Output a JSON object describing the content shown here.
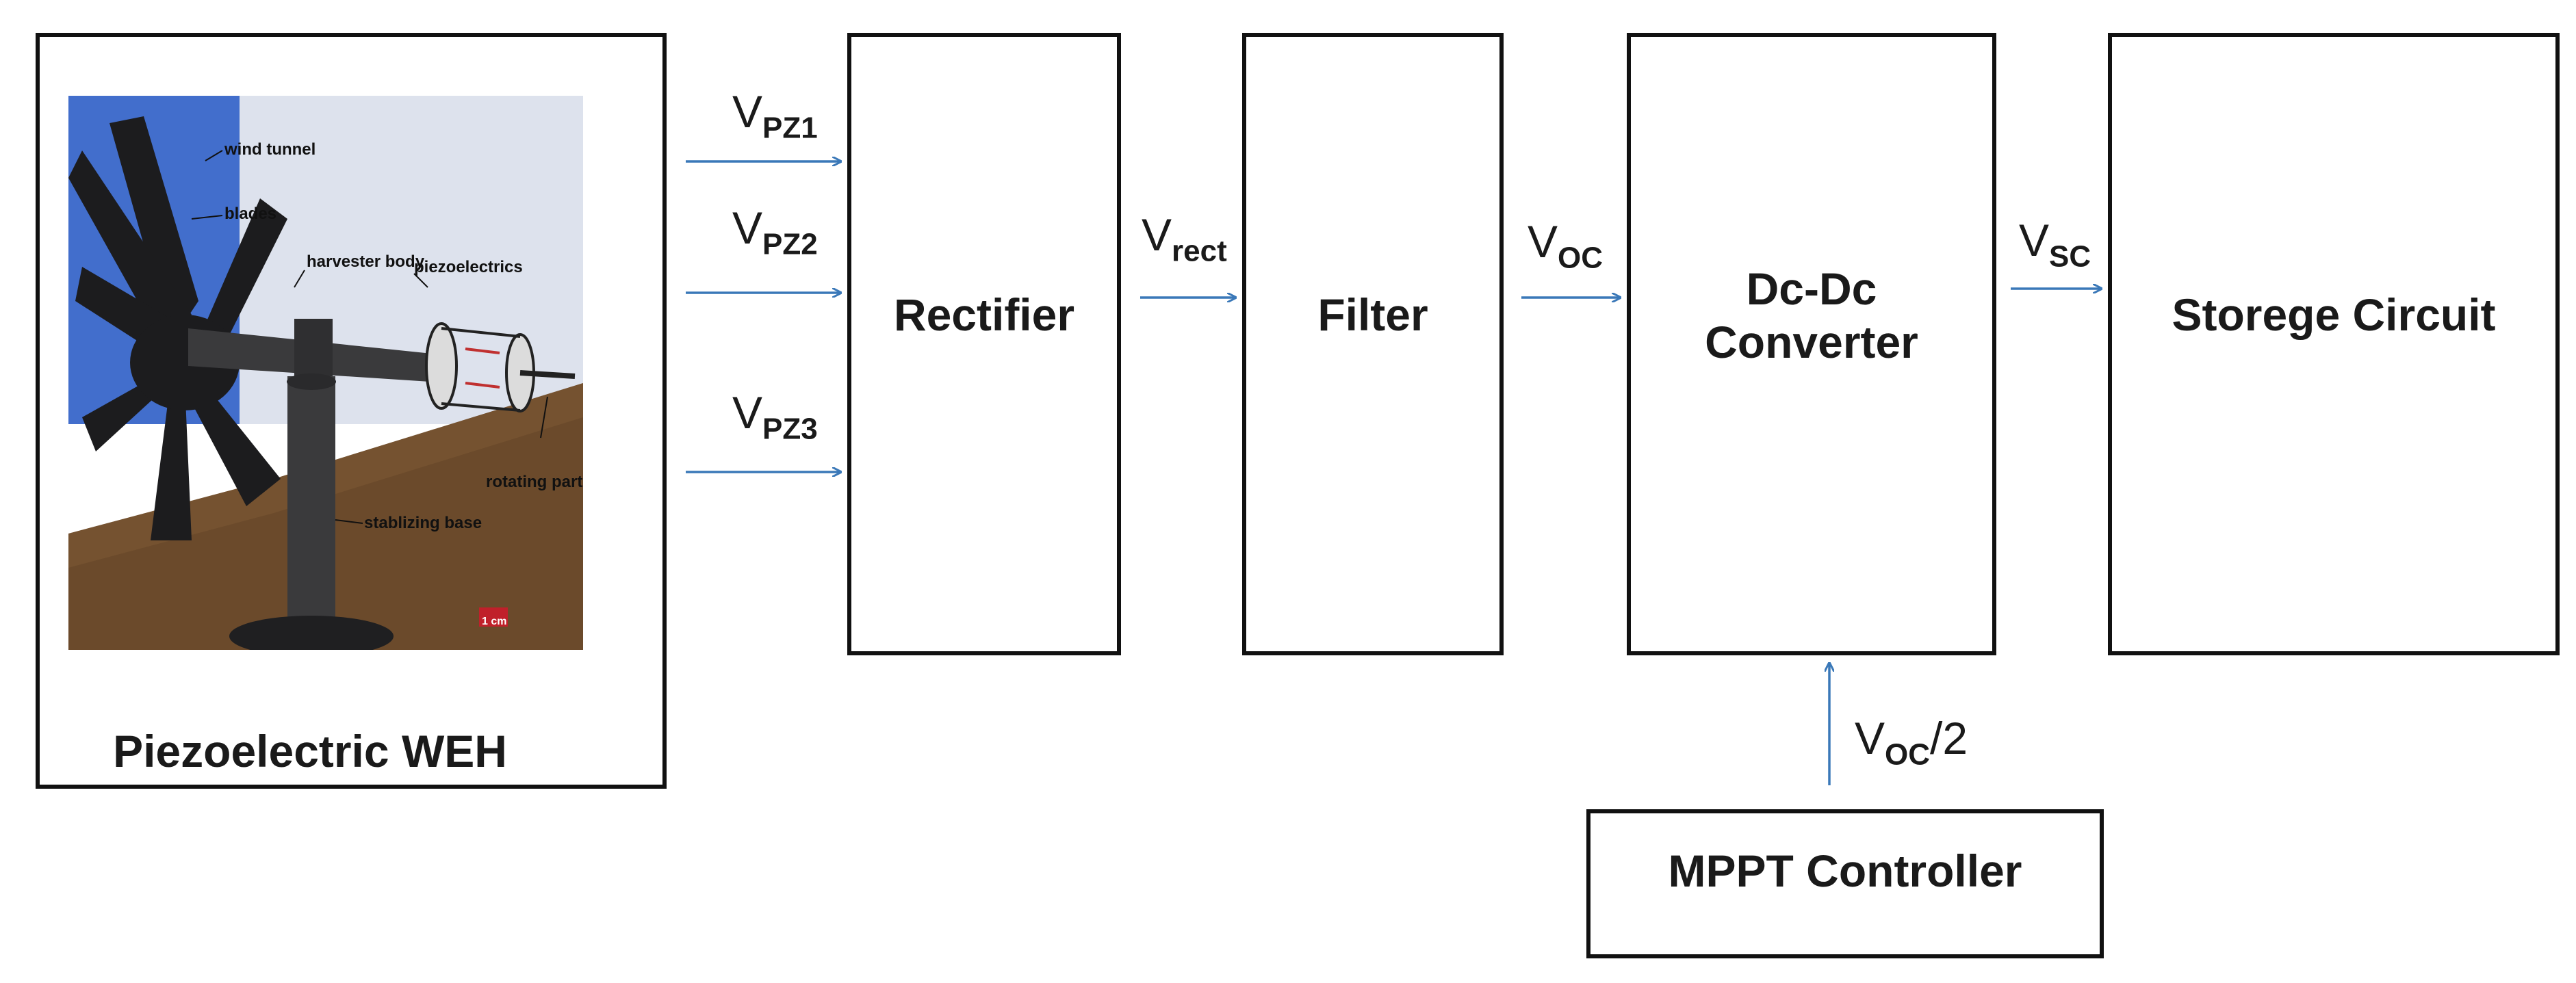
{
  "blocks": {
    "harvester": "Piezoelectric WEH",
    "rectifier": "Rectifier",
    "filter": "Filter",
    "dcdc_line1": "Dc-Dc",
    "dcdc_line2": "Converter",
    "storage": "Storege Circuit",
    "mppt": "MPPT Controller"
  },
  "photo_labels": {
    "wind_tunnel": "wind tunnel",
    "blades": "blades",
    "harvester_body": "harvester body",
    "piezoelectrics": "piezoelectrics",
    "rotating_parts": "rotating parts",
    "stabilizing_base": "stablizing base",
    "scale": "1 cm"
  },
  "signals": {
    "vpz1": {
      "base": "V",
      "sub": "PZ1"
    },
    "vpz2": {
      "base": "V",
      "sub": "PZ2"
    },
    "vpz3": {
      "base": "V",
      "sub": "PZ3"
    },
    "vrect": {
      "base": "V",
      "sub": "rect"
    },
    "voc": {
      "base": "V",
      "sub": "OC"
    },
    "vsc": {
      "base": "V",
      "sub": "SC"
    },
    "voc_half": {
      "base": "V",
      "sub": "OC",
      "suffix": "/2"
    }
  },
  "colors": {
    "arrow": "#3a78b8",
    "border": "#111111",
    "wall": "#3f6fd8",
    "floor": "#6b4a2b",
    "scale_mark": "#c0202a"
  }
}
